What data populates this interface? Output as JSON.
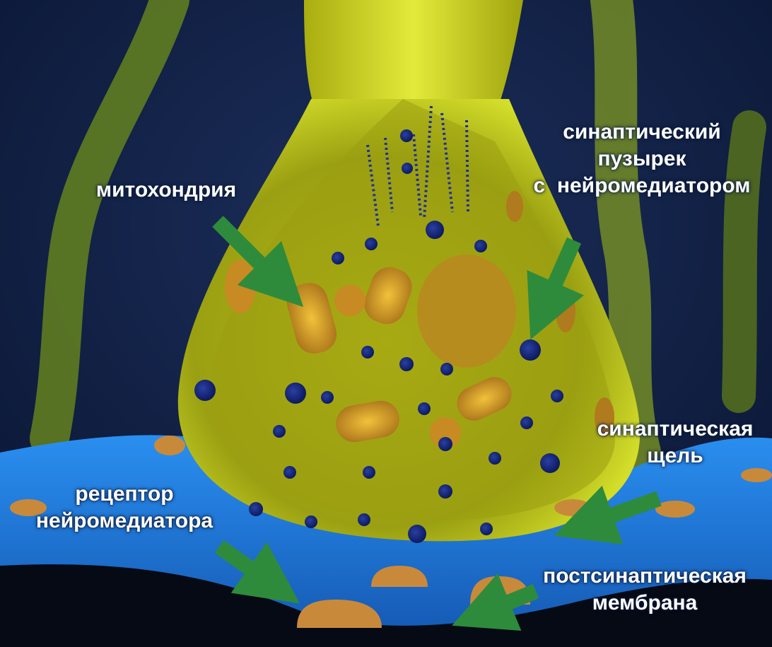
{
  "labels": {
    "mitochondria": [
      "митохондрия"
    ],
    "vesicle": [
      "синаптический",
      "пузырек",
      "с  нейромедиатором"
    ],
    "cleft": [
      "синаптическая",
      "щель"
    ],
    "receptor": [
      "рецептор",
      "нейромедиатора"
    ],
    "membrane": [
      "постсинаптическая",
      "мембрана"
    ]
  },
  "colors": {
    "background": "#0b1a3a",
    "terminal": "#c9cf1e",
    "membrane": "#1f78d8",
    "arrow": "#2e8b3c",
    "label_text": "#ffffff"
  }
}
